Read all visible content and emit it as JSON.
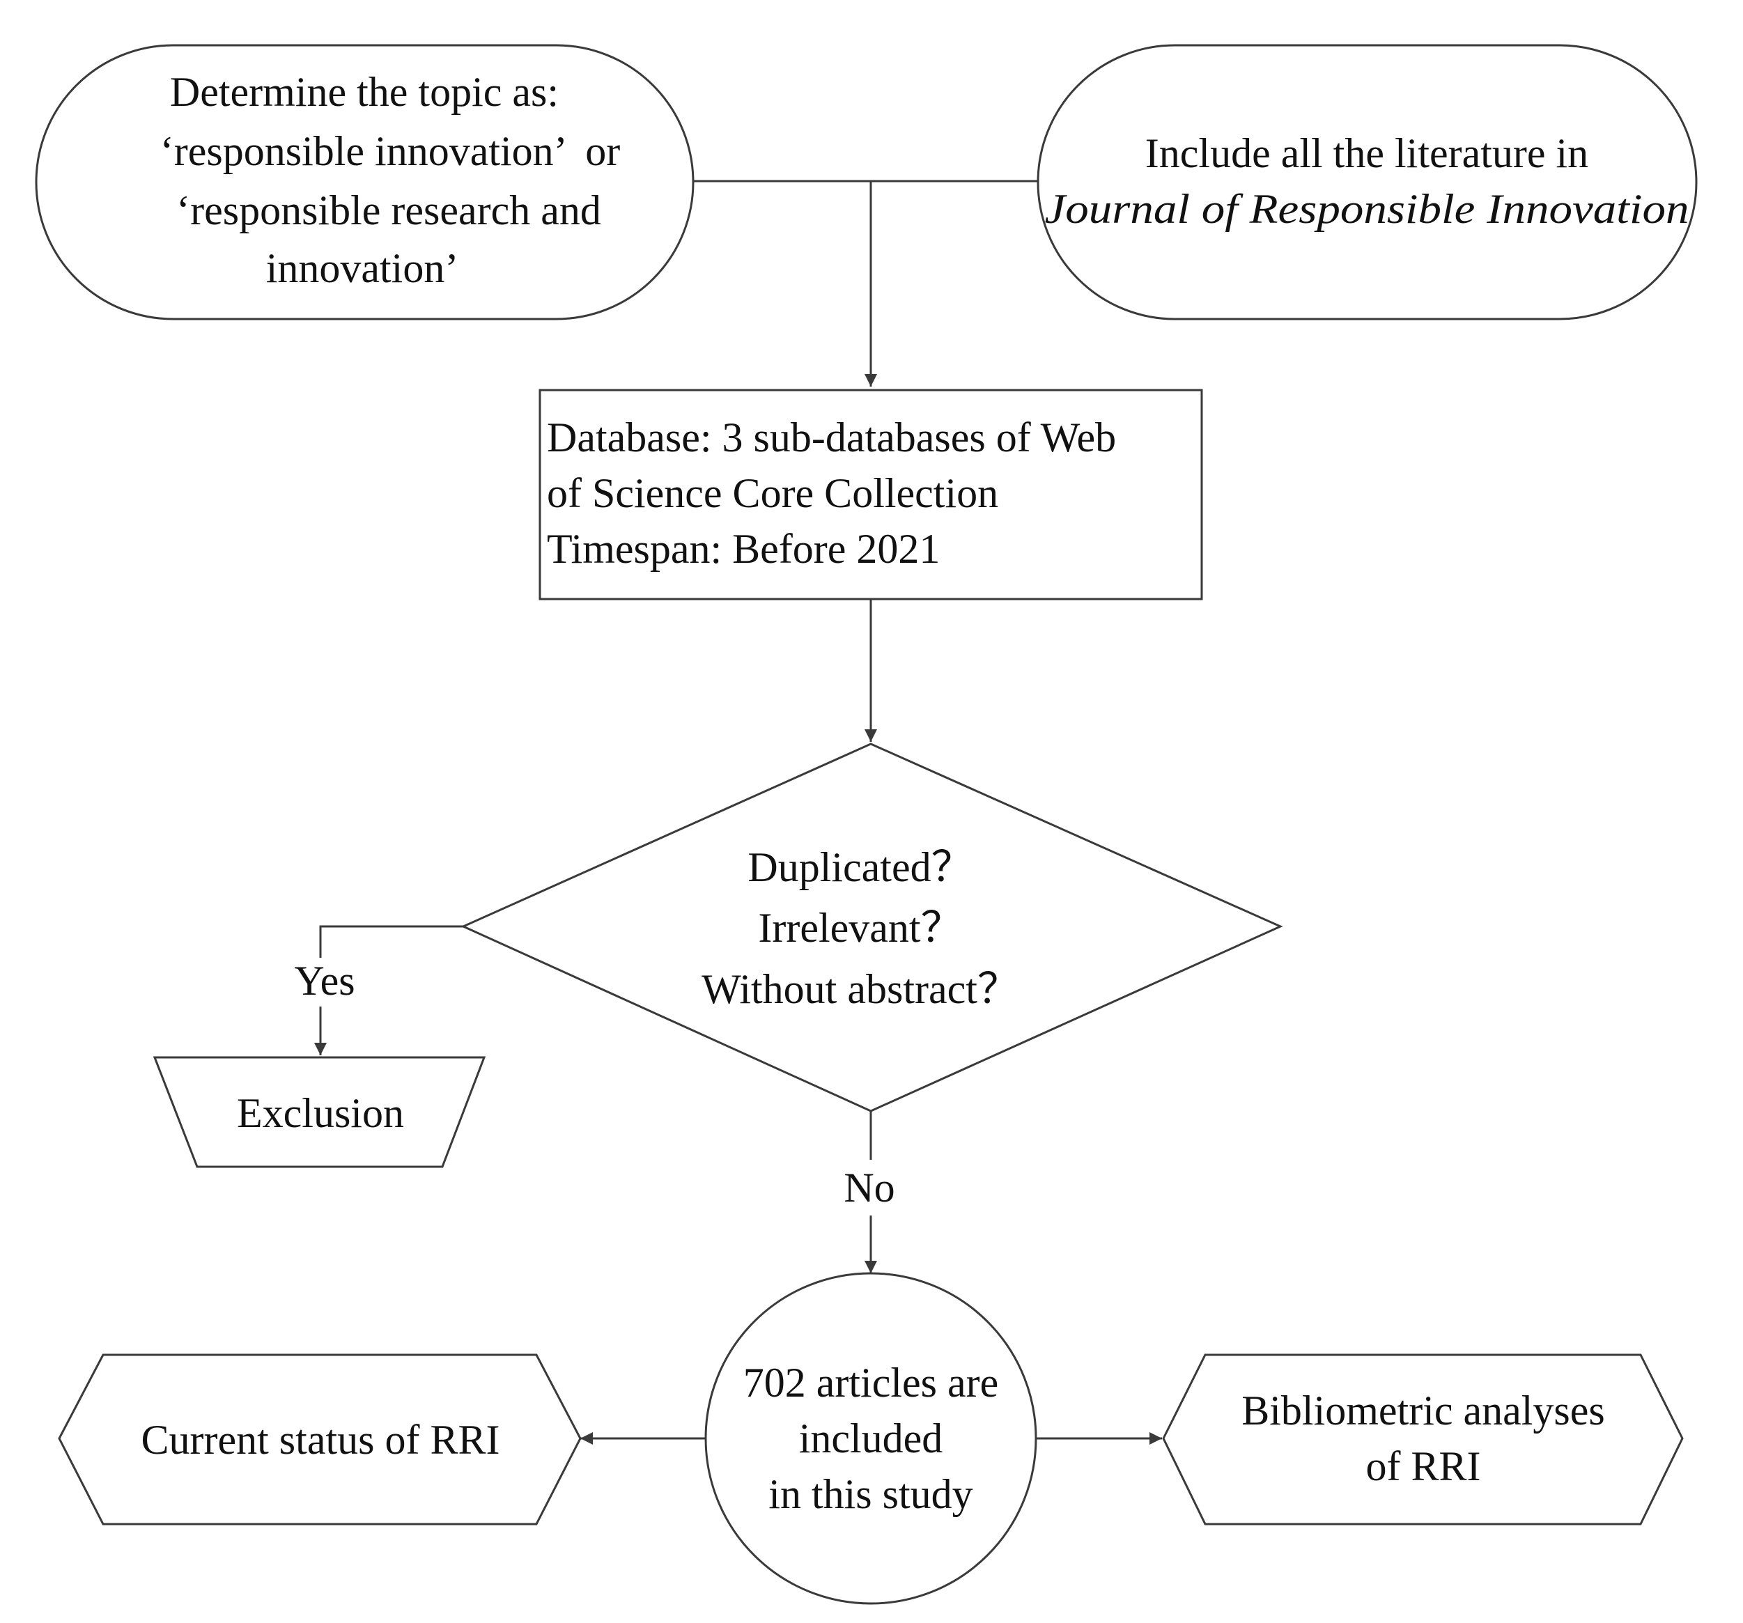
{
  "nodes": {
    "topic": {
      "lines": [
        "Determine the topic as:",
        "‘responsible innovation’  or",
        "‘responsible research and",
        "innovation’"
      ]
    },
    "journal": {
      "line1": "Include all the literature in",
      "line2": "Journal of Responsible Innovation"
    },
    "database": {
      "lines": [
        "Database: 3 sub-databases of Web",
        "of Science Core Collection",
        "Timespan: Before 2021"
      ]
    },
    "decision": {
      "lines": [
        "Duplicated？",
        "Irrelevant？",
        "Without abstract？"
      ]
    },
    "exclusion": {
      "label": "Exclusion"
    },
    "included": {
      "lines": [
        "702 articles are",
        "included",
        "in this study"
      ]
    },
    "current_status": {
      "label": "Current status of RRI"
    },
    "bibliometric": {
      "lines": [
        "Bibliometric analyses",
        "of RRI"
      ]
    }
  },
  "edges": {
    "yes_label": "Yes",
    "no_label": "No"
  }
}
